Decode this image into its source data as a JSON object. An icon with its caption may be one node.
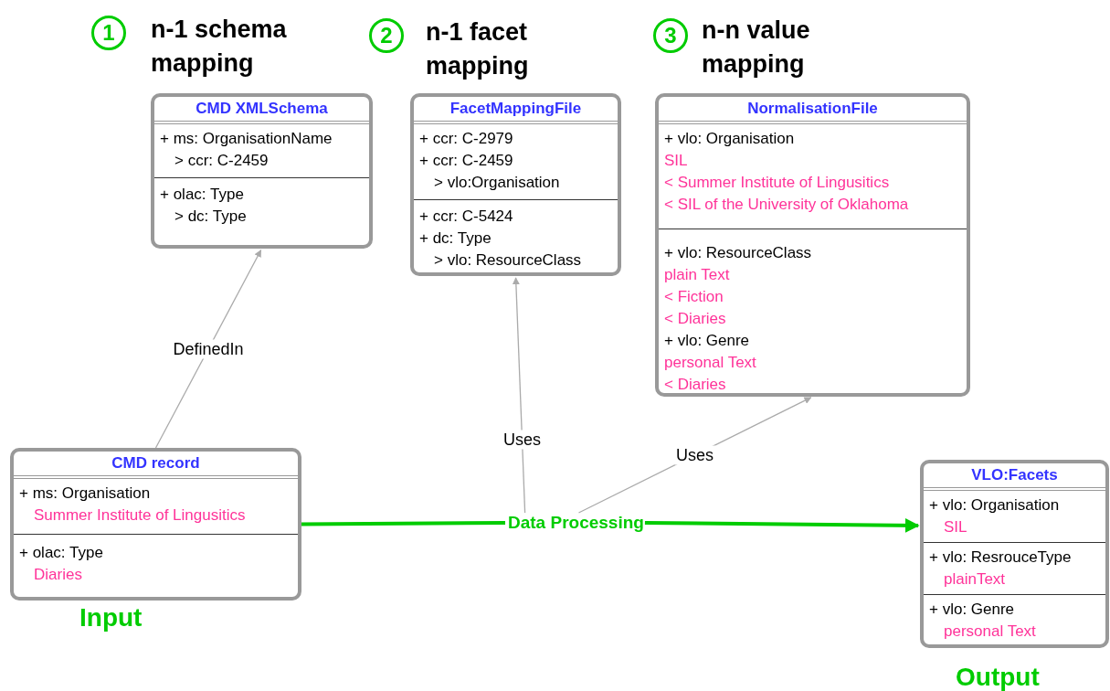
{
  "diagram": {
    "nodes": [
      {
        "text": [
          "1"
        ],
        "beside": [
          "n-1 schema mapping"
        ]
      },
      {
        "text": [
          "2"
        ],
        "beside": [
          "n-1 facet mapping"
        ]
      },
      {
        "text": [
          "3"
        ],
        "beside": [
          "n-n value mapping"
        ]
      },
      {
        "text": [
          "CMD XMLSchema",
          "+ ms: OrganisationName",
          "> ccr: C-2459",
          "+ olac: Type",
          "> dc: Type"
        ]
      },
      {
        "text": [
          "FacetMappingFile",
          "+ ccr: C-2979",
          "+ ccr: C-2459",
          "> vlo:Organisation",
          "+ ccr: C-5424",
          "+ dc: Type",
          "> vlo: ResourceClass"
        ]
      },
      {
        "text": [
          "NormalisationFile",
          "+ vlo: Organisation",
          "SIL",
          "< Summer Institute of Lingusitics",
          "< SIL of the University of Oklahoma",
          "+ vlo: ResourceClass",
          "plain Text",
          "< Fiction",
          "< Diaries",
          "+ vlo: Genre",
          "personal Text",
          "< Diaries"
        ]
      },
      {
        "text": [
          "CMD record",
          "+ ms: Organisation",
          "Summer Institute of Lingusitics",
          "+ olac: Type",
          "Diaries"
        ],
        "beside": [
          "Input"
        ]
      },
      {
        "text": [
          "Data Processing"
        ]
      },
      {
        "text": [
          "VLO:Facets",
          "+ vlo: Organisation",
          "SIL",
          "+ vlo: ResrouceType",
          "plainText",
          "+ vlo: Genre",
          "personal Text"
        ],
        "beside": [
          "Output"
        ]
      }
    ],
    "edges": [
      {
        "from": 6,
        "to": 3,
        "arrow": "to",
        "label": "DefinedIn"
      },
      {
        "from": 7,
        "to": 4,
        "arrow": "to",
        "label": "Uses"
      },
      {
        "from": 7,
        "to": 5,
        "arrow": "to",
        "label": "Uses"
      },
      {
        "from": 6,
        "to": 7,
        "arrow": "none",
        "style": "thick",
        "color": "#00cc00"
      },
      {
        "from": 7,
        "to": 8,
        "arrow": "to",
        "style": "thick",
        "color": "#00cc00"
      }
    ]
  }
}
